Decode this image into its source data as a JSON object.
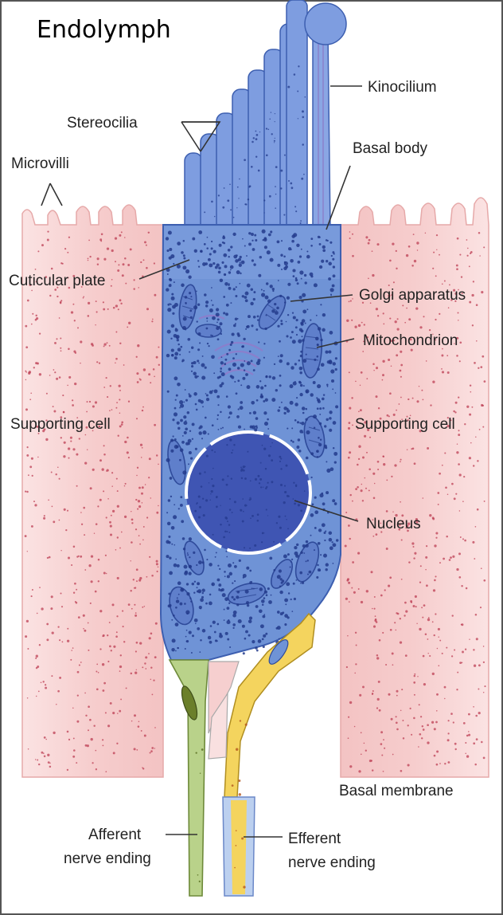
{
  "title": "Endolymph",
  "labels": {
    "kinocilium": "Kinocilium",
    "stereocilia": "Stereocilia",
    "basal_body": "Basal body",
    "microvilli": "Microvilli",
    "cuticular_plate": "Cuticular plate",
    "golgi_apparatus": "Golgi apparatus",
    "mitochondrion": "Mitochondrion",
    "supporting_cell_left": "Supporting cell",
    "supporting_cell_right": "Supporting cell",
    "nucleus": "Nucleus",
    "basal_membrane": "Basal membrane",
    "afferent_1": "Afferent",
    "afferent_2": "nerve ending",
    "efferent_1": "Efferent",
    "efferent_2": "nerve ending"
  },
  "colors": {
    "hair_cell": "#6f93d6",
    "hair_cell_outline": "#3d5fb0",
    "granule": "#233b8c",
    "nucleus": "#3f55b3",
    "supporting_cell": "#f6cfcf",
    "supporting_dots": "#b9344b",
    "afferent": "#b9d28a",
    "efferent": "#f4d45e"
  }
}
